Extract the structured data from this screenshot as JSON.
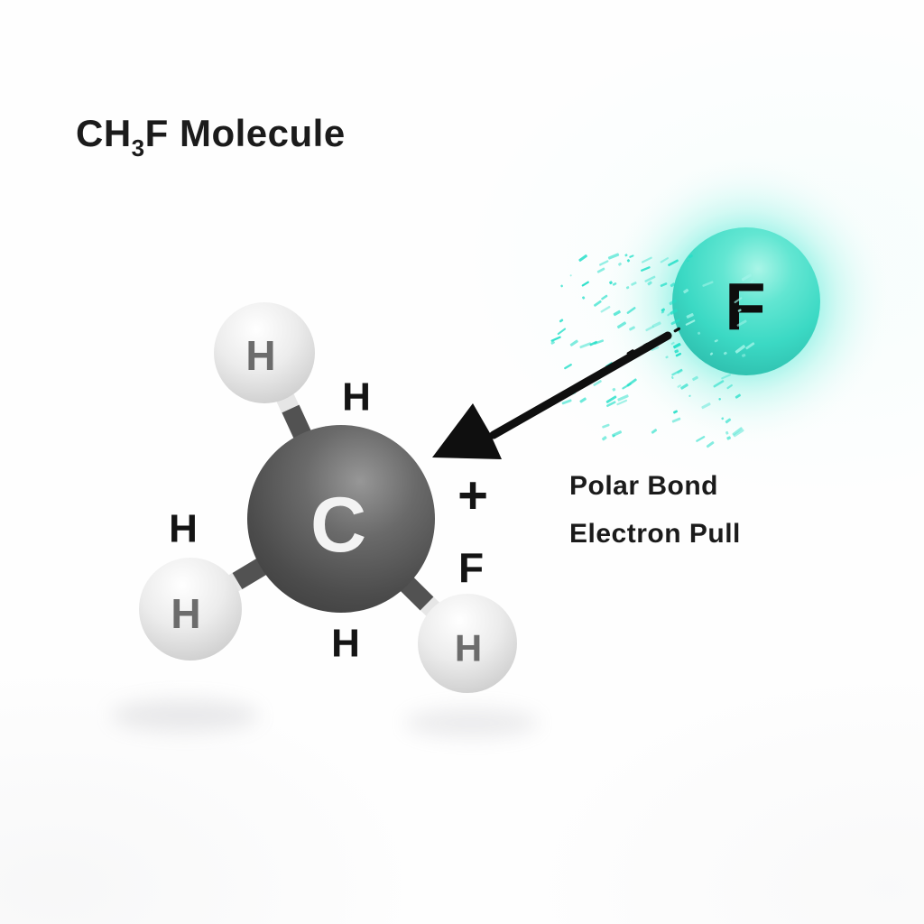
{
  "title": {
    "prefix": "CH",
    "subscript": "3",
    "suffix": "F Molecule"
  },
  "caption": {
    "line1": "Polar Bond",
    "line2": "Electron Pull"
  },
  "atoms": {
    "carbon": "C",
    "hydrogen": "H",
    "fluorine": "F"
  },
  "float_labels": {
    "h_top": "H",
    "h_left": "H",
    "h_bottom": "H",
    "plus": "+",
    "f": "F"
  },
  "colors": {
    "fluorine_teal": "#3bd9c4",
    "fluorine_highlight": "#9df3e6",
    "carbon_gray": "#4c4c4c",
    "hydrogen_gray": "#d9d9d9",
    "bond_light": "#e6e6e6",
    "bond_dark": "#525252",
    "arrow_black": "#0f0f0f",
    "speckle_teal": "#23dfc8",
    "text_dark": "#1b1b1b"
  }
}
